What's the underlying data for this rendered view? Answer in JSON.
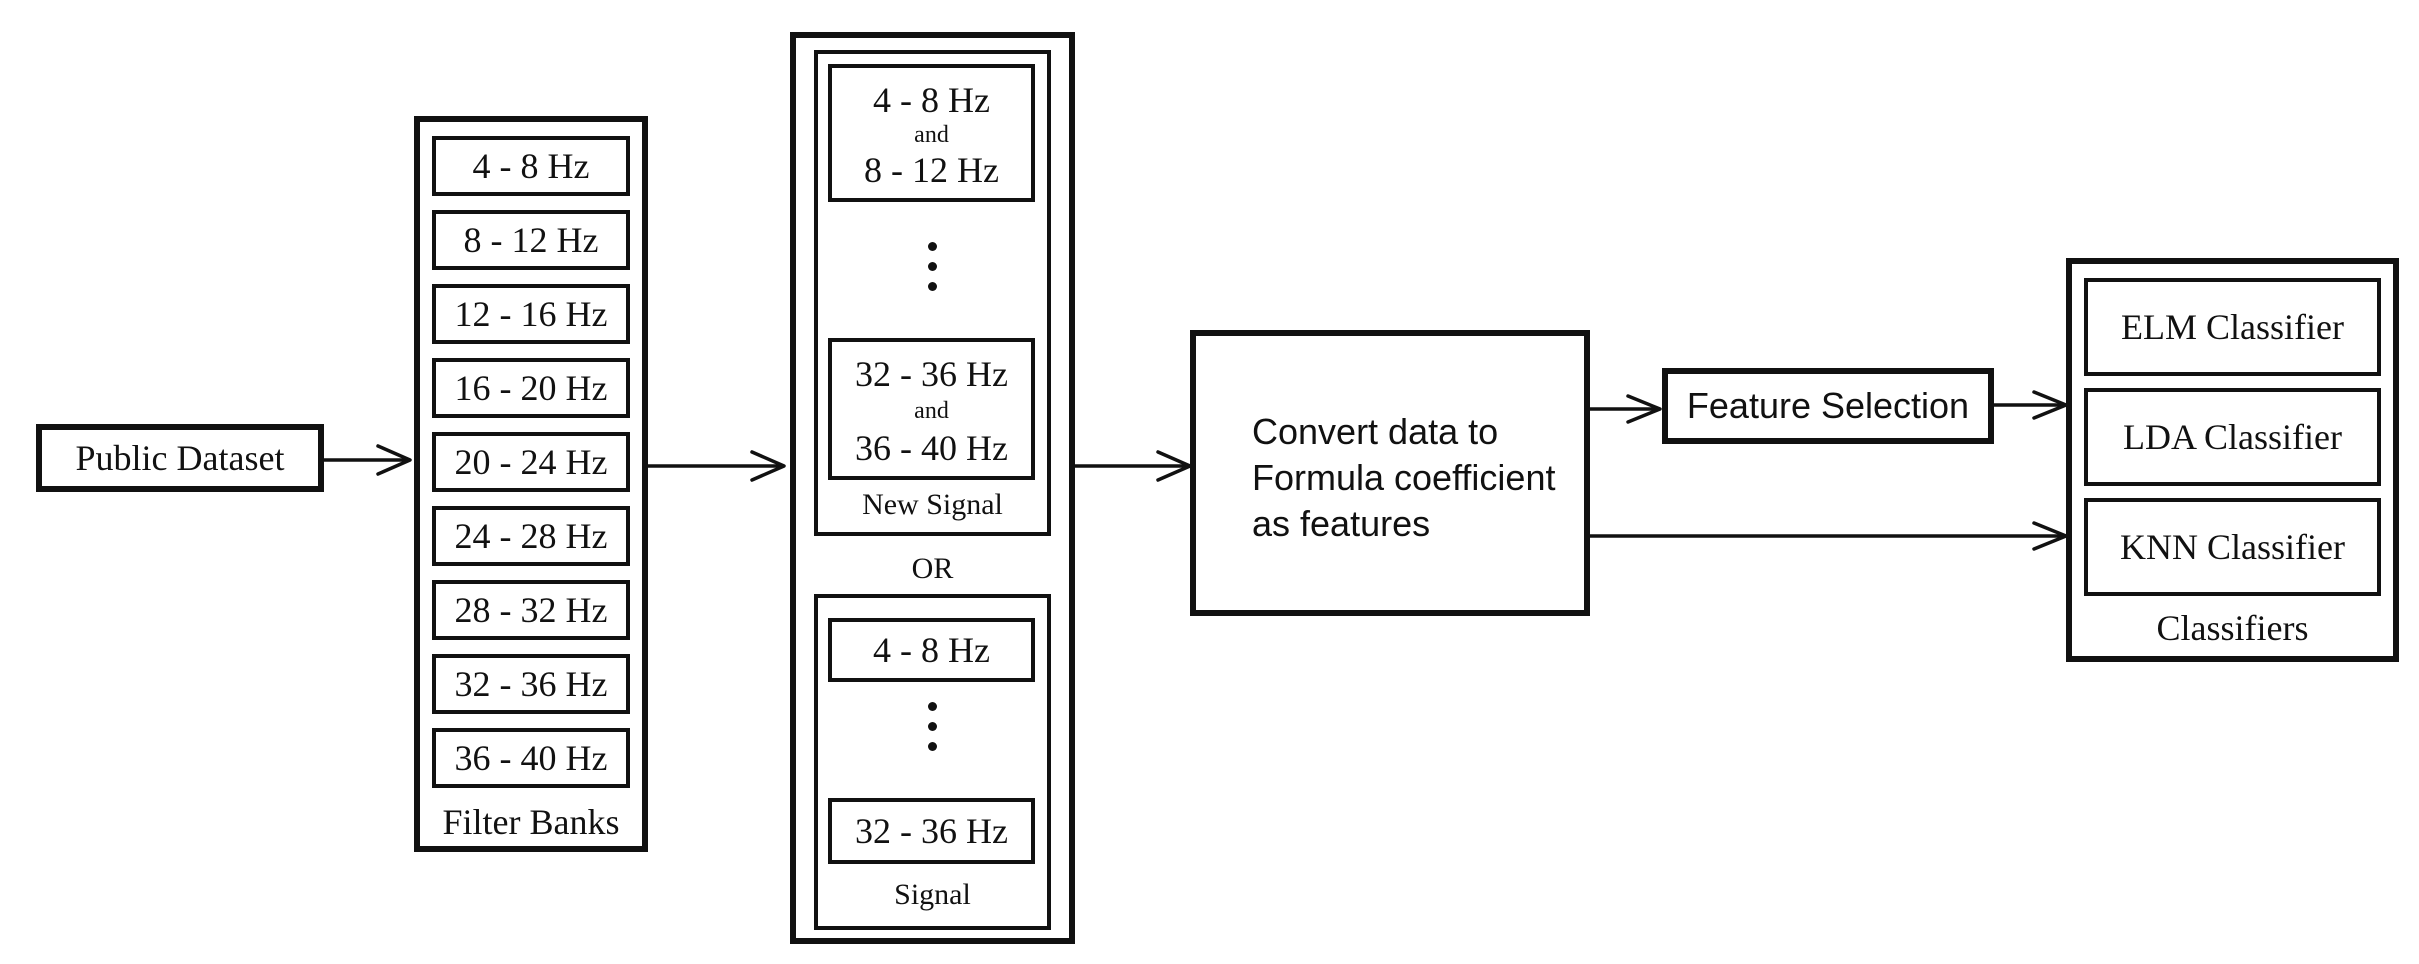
{
  "source": {
    "label": "Public Dataset"
  },
  "filter_banks": {
    "caption": "Filter Banks",
    "bands": [
      "4 - 8 Hz",
      "8 - 12 Hz",
      "12 - 16 Hz",
      "16 - 20 Hz",
      "20 - 24 Hz",
      "24 - 28 Hz",
      "28 - 32 Hz",
      "32 - 36 Hz",
      "36 - 40 Hz"
    ]
  },
  "new_signal": {
    "caption": "New Signal",
    "first": {
      "top": "4 - 8 Hz",
      "joiner": "and",
      "bottom": "8 - 12 Hz"
    },
    "last": {
      "top": "32 - 36 Hz",
      "joiner": "and",
      "bottom": "36 - 40 Hz"
    }
  },
  "or_label": "OR",
  "signal": {
    "caption": "Signal",
    "first": "4 - 8 Hz",
    "last": "32 - 36 Hz"
  },
  "convert": {
    "line1": "Convert data to",
    "line2": "Formula coefficient",
    "line3": "as features"
  },
  "feature_selection": {
    "label": "Feature Selection"
  },
  "classifiers": {
    "caption": "Classifiers",
    "items": [
      "ELM Classifier",
      "LDA Classifier",
      "KNN Classifier"
    ]
  }
}
